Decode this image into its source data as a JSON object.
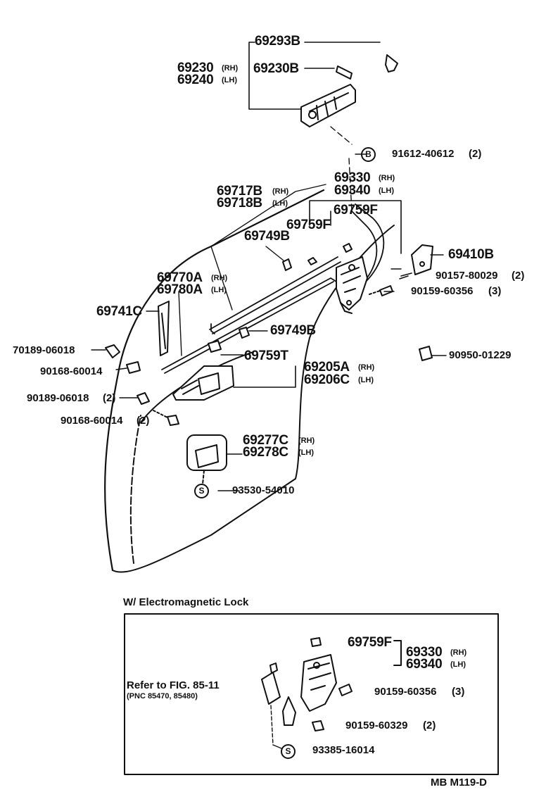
{
  "parts": {
    "p69293B": "69293B",
    "p69230": "69230",
    "p69240": "69240",
    "p69230B": "69230B",
    "p91612": "91612-40612",
    "p69330": "69330",
    "p69340": "69340",
    "p69717B": "69717B",
    "p69718B": "69718B",
    "p69759F_a": "69759F",
    "p69759F_b": "69759F",
    "p69749B_a": "69749B",
    "p69410B": "69410B",
    "p90157": "90157-80029",
    "p90159_356": "90159-60356",
    "p69770A": "69770A",
    "p69780A": "69780A",
    "p69741C": "69741C",
    "p69749B_b": "69749B",
    "p70189": "70189-06018",
    "p69759T": "69759T",
    "p90950": "90950-01229",
    "p90168_a": "90168-60014",
    "p69205A": "69205A",
    "p69206C": "69206C",
    "p90189": "90189-06018",
    "p90168_b": "90168-60014",
    "p69277C": "69277C",
    "p69278C": "69278C",
    "p93530": "93530-54010"
  },
  "qty": {
    "q91612": "(2)",
    "q90157": "(2)",
    "q90159_356": "(3)",
    "q90189": "(2)",
    "q90168_b": "(2)"
  },
  "side": {
    "rh": "(RH)",
    "lh": "(LH)"
  },
  "markers": {
    "b": "B",
    "s": "S"
  },
  "inset": {
    "title": "W/ Electromagnetic Lock",
    "p69759F": "69759F",
    "p69330": "69330",
    "p69340": "69340",
    "ref_text": "Refer to FIG. 85-11",
    "ref_pnc": "(PNC 85470, 85480)",
    "p90159_356": "90159-60356",
    "q90159_356": "(3)",
    "p90159_329": "90159-60329",
    "q90159_329": "(2)",
    "p93385": "93385-16014"
  },
  "footer": {
    "code": "MB  M119-D"
  }
}
